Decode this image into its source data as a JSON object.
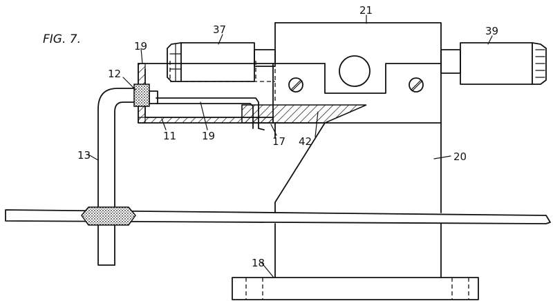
{
  "figure": {
    "title": "FIG. 7.",
    "reference_numerals": [
      "21",
      "37",
      "39",
      "19",
      "12",
      "11",
      "19",
      "17",
      "42",
      "13",
      "20",
      "18"
    ]
  }
}
